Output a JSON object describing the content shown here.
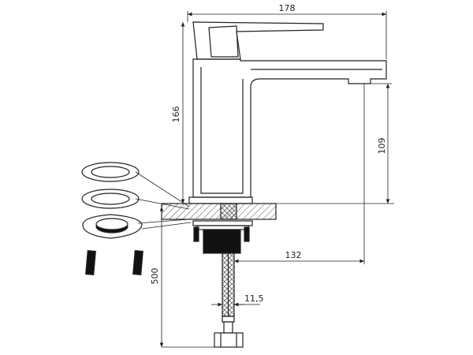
{
  "drawing": {
    "title": "Faucet technical drawing",
    "dimensions": {
      "width_top": "178",
      "height_body": "166",
      "spout_height": "109",
      "reach": "132",
      "hose_length": "500",
      "hose_diameter": "11,5"
    },
    "colors": {
      "line": "#222222",
      "fill_dark": "#111111",
      "hatch": "#555555"
    }
  }
}
